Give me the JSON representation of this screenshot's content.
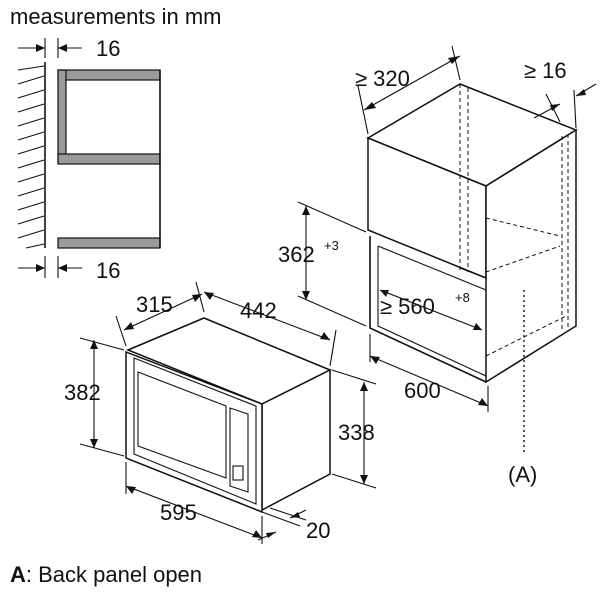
{
  "header": {
    "units_note": "measurements in mm"
  },
  "side_section": {
    "top_gap": "16",
    "bottom_gap": "16"
  },
  "cabinet": {
    "depth": "≥ 320",
    "side_gap": "≥ 16",
    "opening_height": "362",
    "opening_height_tol": "+3",
    "opening_width": "≥ 560",
    "opening_width_tol": "+8",
    "cabinet_width": "600",
    "back_marker": "(A)"
  },
  "appliance": {
    "depth": "315",
    "width": "442",
    "height": "382",
    "body_height": "338",
    "front_width": "595",
    "front_depth": "20"
  },
  "footnote": {
    "key": "A",
    "text": ": Back panel open"
  }
}
